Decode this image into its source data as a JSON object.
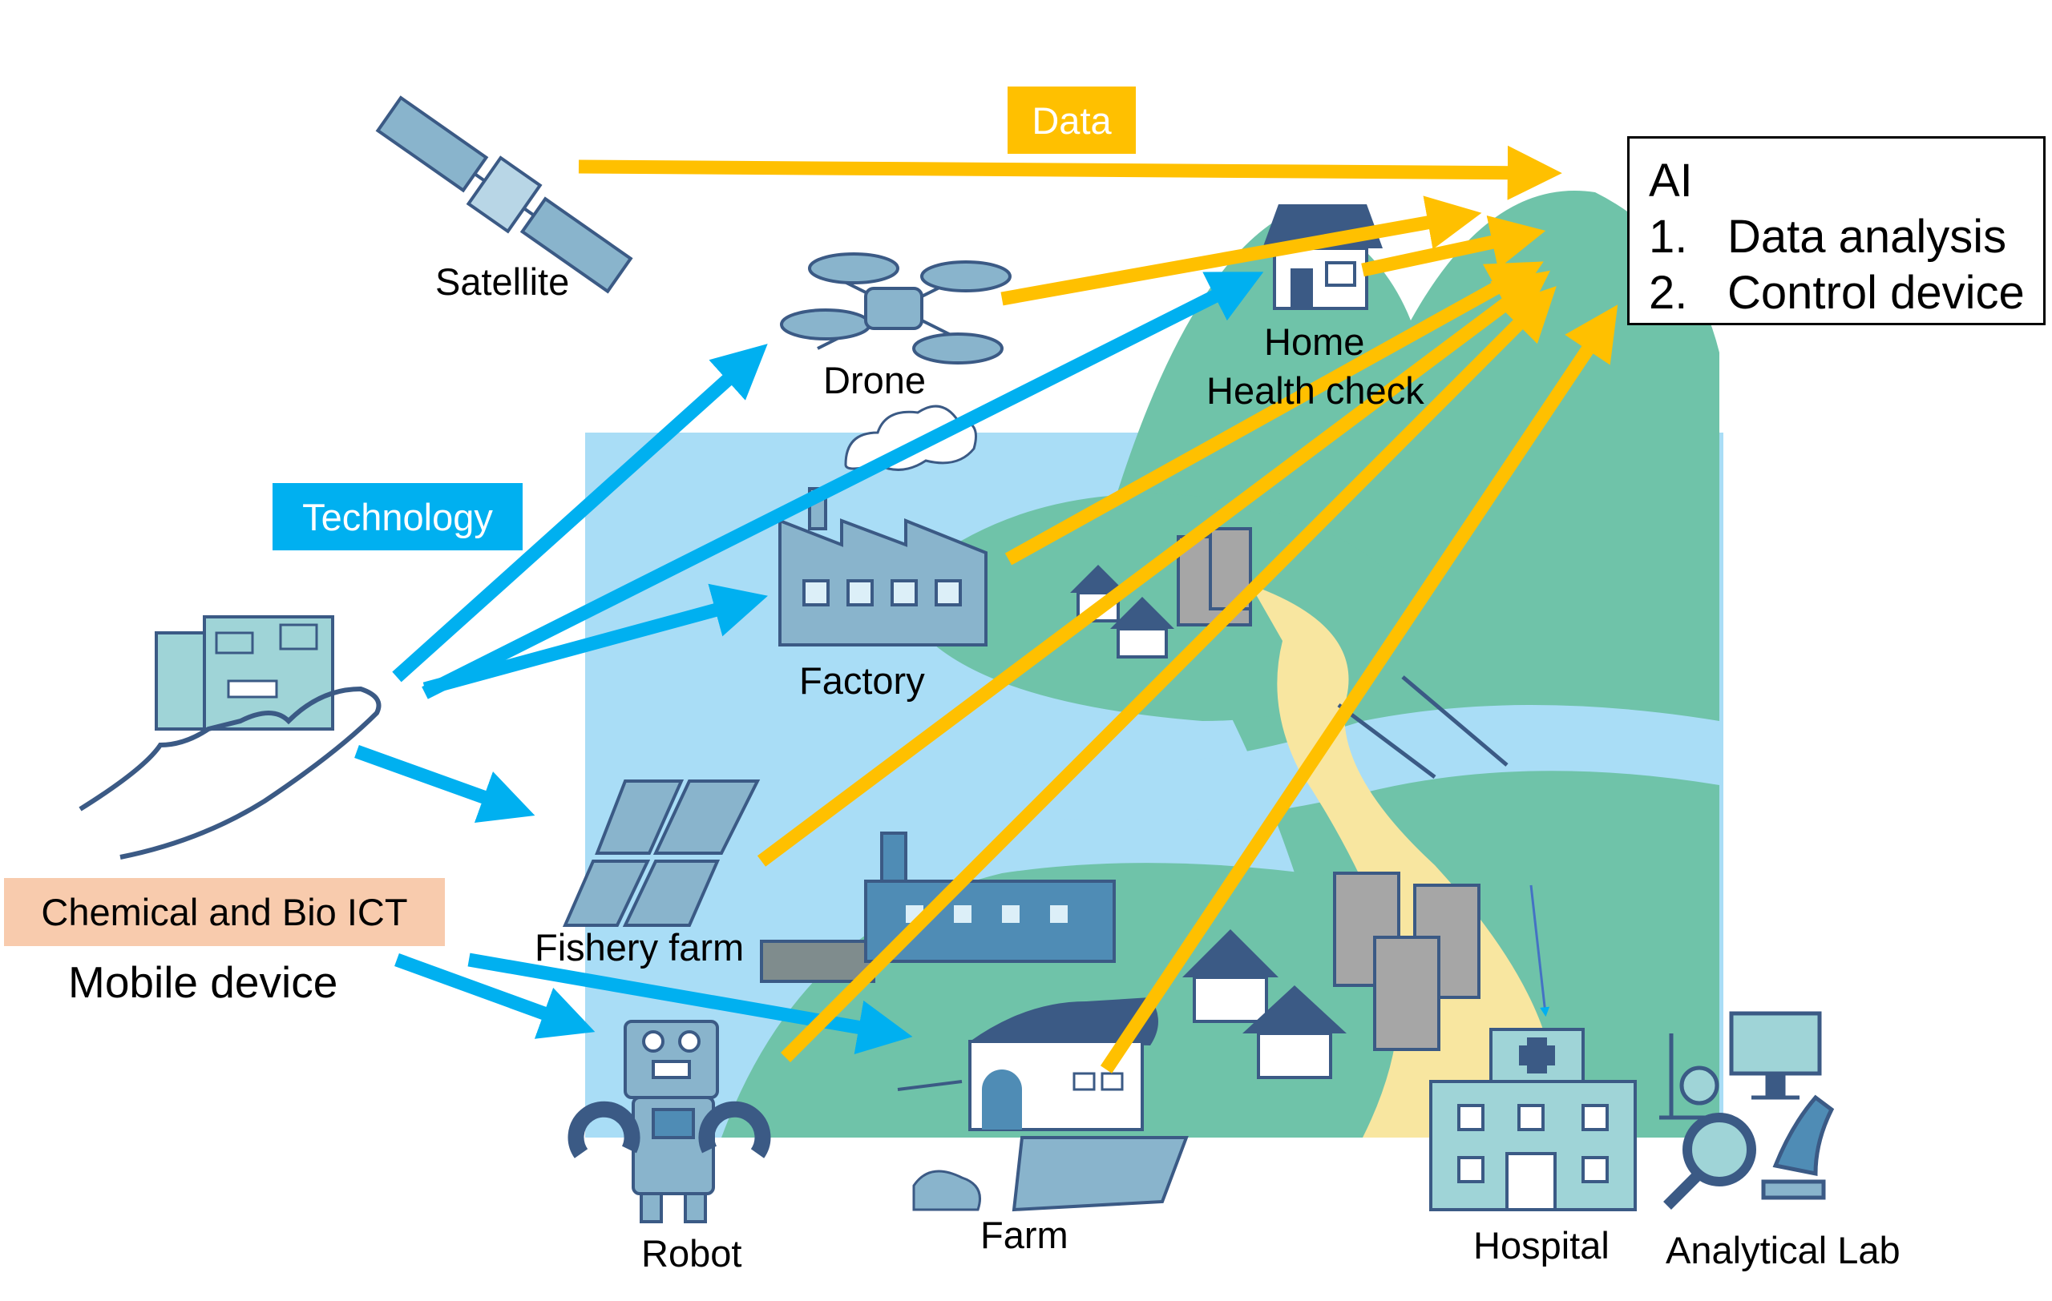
{
  "labels": {
    "data_tag": "Data",
    "technology_tag": "Technology",
    "chemical_tag": "Chemical and Bio ICT",
    "mobile_device": "Mobile device",
    "satellite": "Satellite",
    "drone": "Drone",
    "home_line1": "Home",
    "home_line2": "Health check",
    "factory": "Factory",
    "fishery": "Fishery farm",
    "robot": "Robot",
    "farm": "Farm",
    "hospital": "Hospital",
    "lab": "Analytical Lab"
  },
  "ai_box": {
    "title": "AI",
    "items": [
      {
        "num": "1.",
        "text": "Data analysis"
      },
      {
        "num": "2.",
        "text": "Control device"
      }
    ]
  },
  "colors": {
    "data_arrow": "#FFC000",
    "tech_arrow": "#00B0F0",
    "chemical_tag_bg": "#F8CBAD",
    "mountain": "#6FC3A9",
    "water": "#A9DDF6",
    "icon_blue": "#89B4CC",
    "icon_navy": "#3B5A85"
  }
}
